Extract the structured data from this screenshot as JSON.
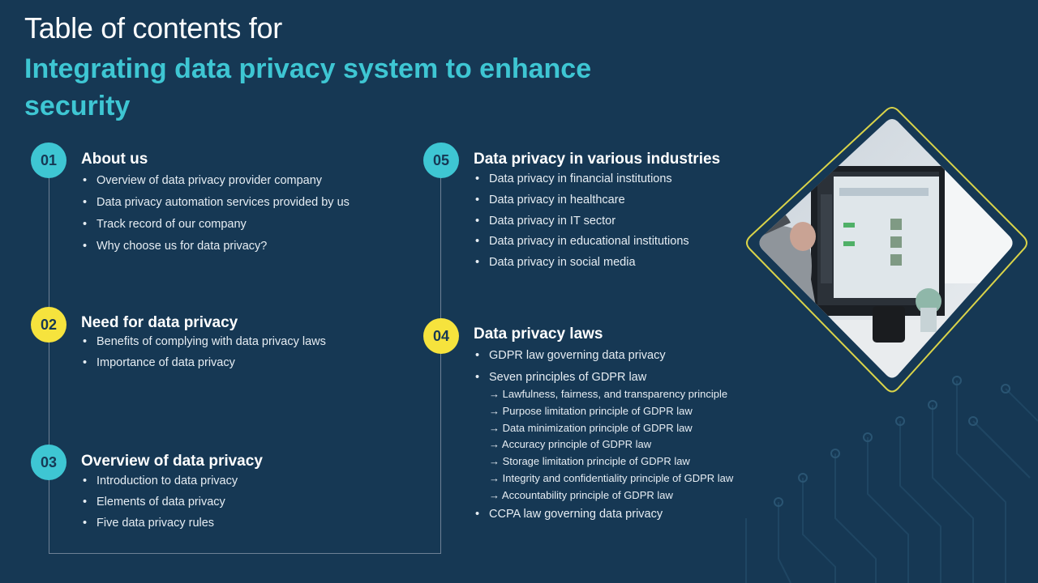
{
  "title": {
    "line1": "Table of contents for",
    "line2": "Integrating data privacy system to enhance security"
  },
  "sections": [
    {
      "number": "01",
      "heading": "About us",
      "items": [
        "Overview of data privacy provider company",
        "Data privacy automation services provided by us",
        "Track record of our company",
        "Why choose us for data privacy?"
      ]
    },
    {
      "number": "02",
      "heading": "Need for data privacy",
      "items": [
        "Benefits of complying with data privacy laws",
        "Importance of data privacy"
      ]
    },
    {
      "number": "03",
      "heading": "Overview of data privacy",
      "items": [
        "Introduction to data privacy",
        "Elements of data privacy",
        "Five data privacy rules"
      ]
    },
    {
      "number": "04",
      "heading": "Data privacy laws",
      "items": [
        "GDPR law governing data privacy",
        "Seven principles of GDPR law"
      ],
      "principles": [
        "→ Lawfulness, fairness, and transparency principle",
        "→ Purpose limitation principle of GDPR law",
        "→ Data minimization principle of GDPR law",
        "→ Accuracy principle of GDPR law",
        "→ Storage limitation principle of GDPR law",
        "→ Integrity and confidentiality principle of GDPR law",
        "→ Accountability principle of GDPR law"
      ],
      "last_item": "CCPA law governing data privacy"
    },
    {
      "number": "05",
      "heading": "Data privacy in various industries",
      "items": [
        "Data privacy in financial institutions",
        "Data privacy in healthcare",
        "Data privacy in IT sector",
        "Data privacy in educational institutions",
        "Data privacy in social media"
      ]
    }
  ],
  "colors": {
    "background": "#163854",
    "accent_teal": "#3ec6d3",
    "accent_yellow": "#f6e33d"
  },
  "image": {
    "subject": "person working at a computer monitor",
    "icon": "photo-diamond"
  }
}
